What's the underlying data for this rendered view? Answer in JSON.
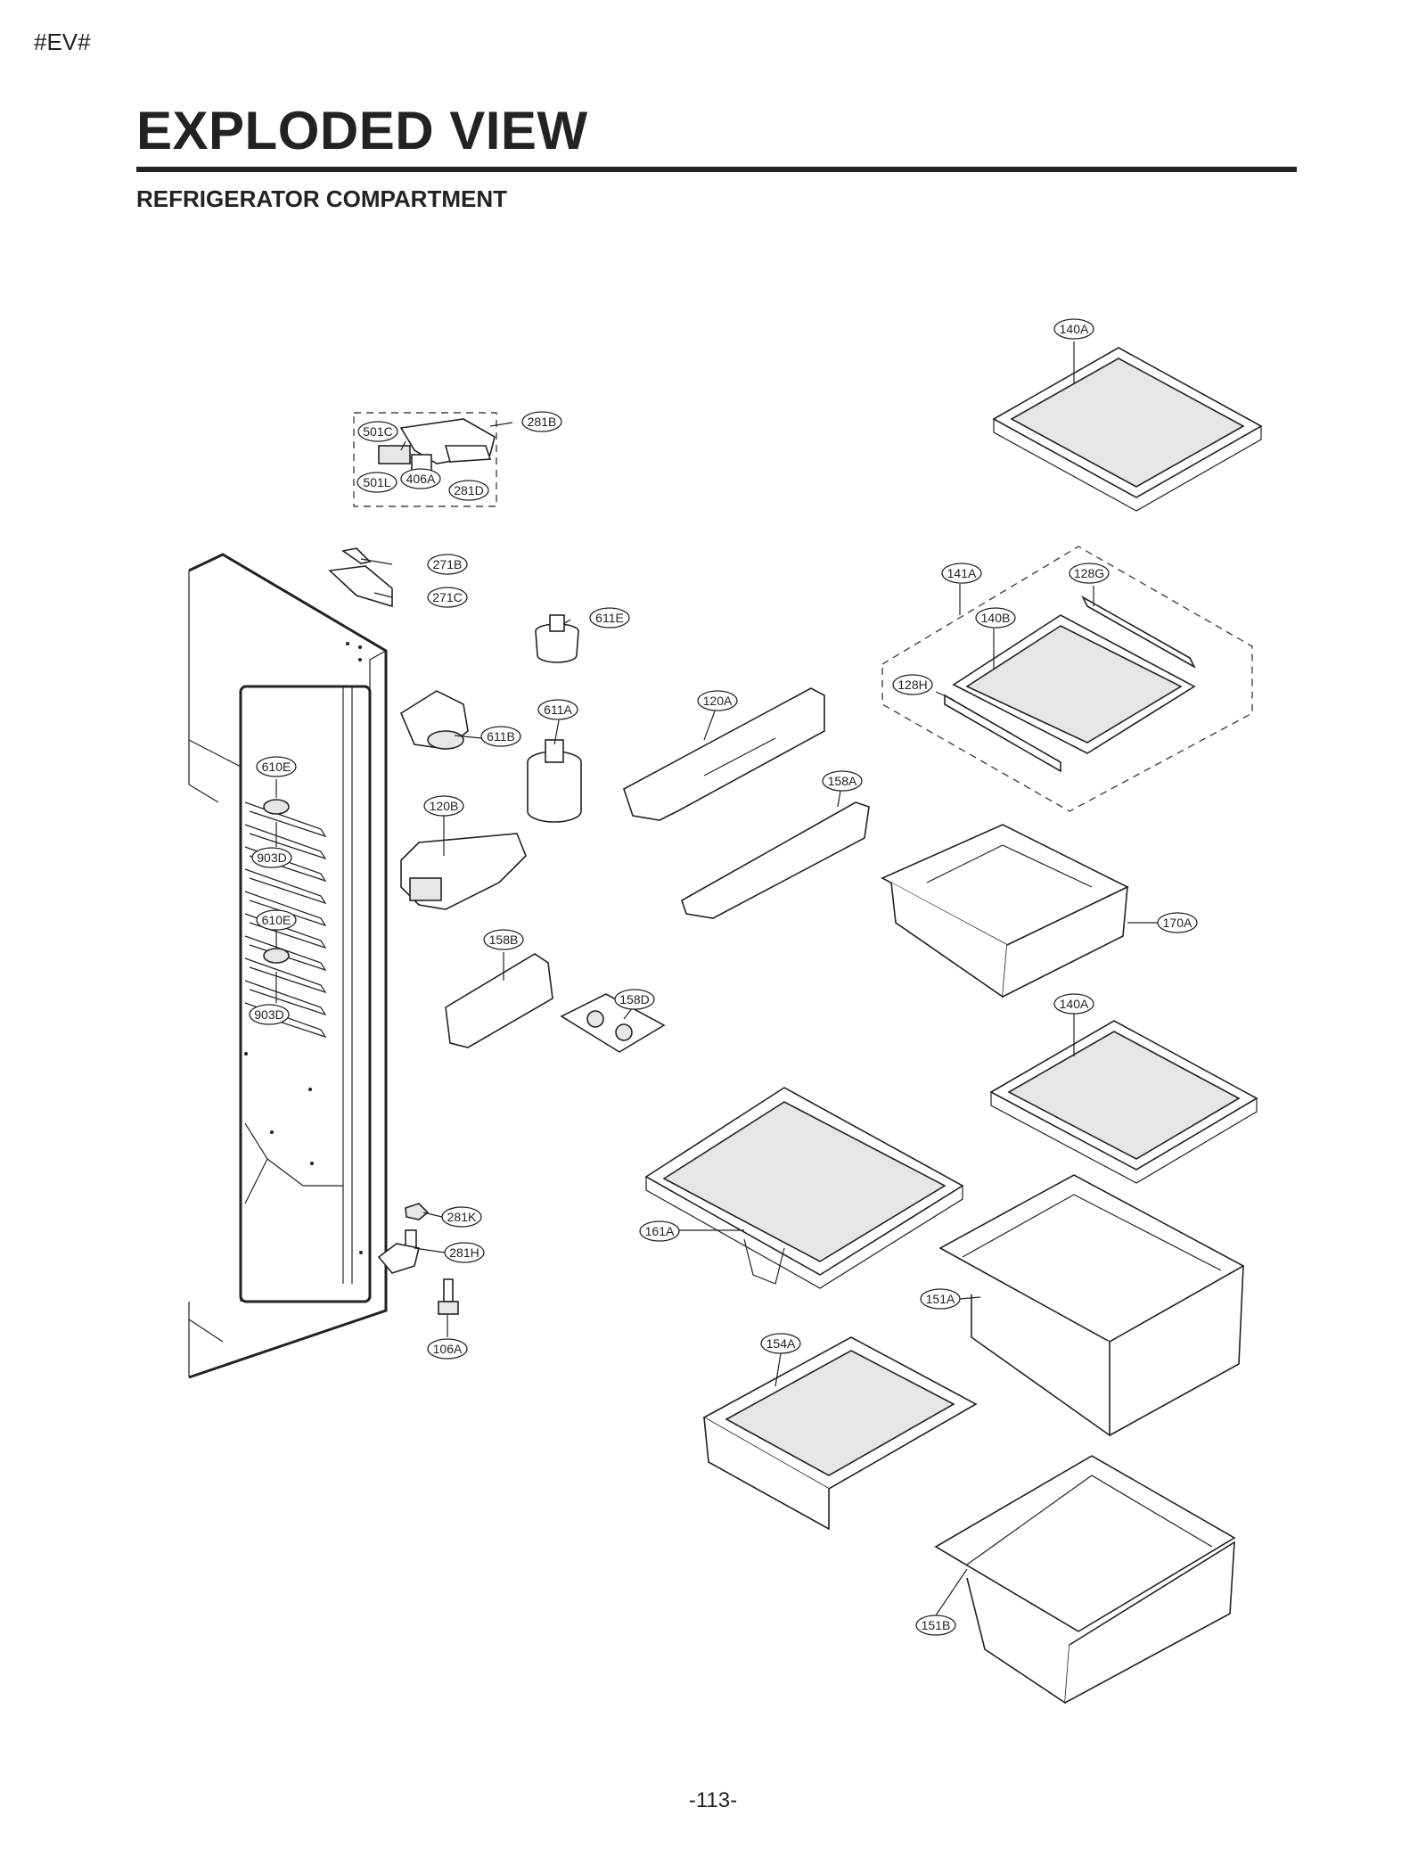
{
  "header": {
    "tag": "#EV#",
    "title": "EXPLODED VIEW",
    "subtitle": "REFRIGERATOR COMPARTMENT"
  },
  "footer": {
    "page_number": "-113-"
  },
  "callouts": {
    "c140A_top": "140A",
    "c281B": "281B",
    "c501C": "501C",
    "c501L": "501L",
    "c406A": "406A",
    "c281D": "281D",
    "c271B": "271B",
    "c271C": "271C",
    "c611E": "611E",
    "c141A": "141A",
    "c128G": "128G",
    "c140B": "140B",
    "c128H": "128H",
    "c120A": "120A",
    "c611A": "611A",
    "c611B": "611B",
    "c610E_1": "610E",
    "c903D_1": "903D",
    "c610E_2": "610E",
    "c903D_2": "903D",
    "c120B": "120B",
    "c158A": "158A",
    "c170A": "170A",
    "c158B": "158B",
    "c158D": "158D",
    "c140A_mid": "140A",
    "c281K": "281K",
    "c281H": "281H",
    "c161A": "161A",
    "c151A": "151A",
    "c106A": "106A",
    "c154A": "154A",
    "c151B": "151B"
  }
}
